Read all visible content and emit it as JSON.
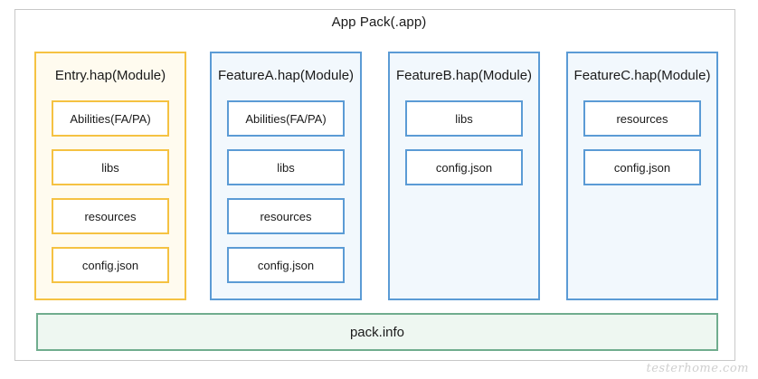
{
  "app_pack": {
    "title": "App Pack(.app)"
  },
  "modules": [
    {
      "title": "Entry.hap(Module)",
      "items": [
        "Abilities(FA/PA)",
        "libs",
        "resources",
        "config.json"
      ]
    },
    {
      "title": "FeatureA.hap(Module)",
      "items": [
        "Abilities(FA/PA)",
        "libs",
        "resources",
        "config.json"
      ]
    },
    {
      "title": "FeatureB.hap(Module)",
      "items": [
        "libs",
        "config.json"
      ]
    },
    {
      "title": "FeatureC.hap(Module)",
      "items": [
        "resources",
        "config.json"
      ]
    }
  ],
  "pack_info": {
    "label": "pack.info"
  },
  "watermark": "testerhome.com",
  "colors": {
    "entry_border": "#f5c242",
    "feature_border": "#5b9bd5",
    "pack_info_border": "#70ad8e"
  }
}
